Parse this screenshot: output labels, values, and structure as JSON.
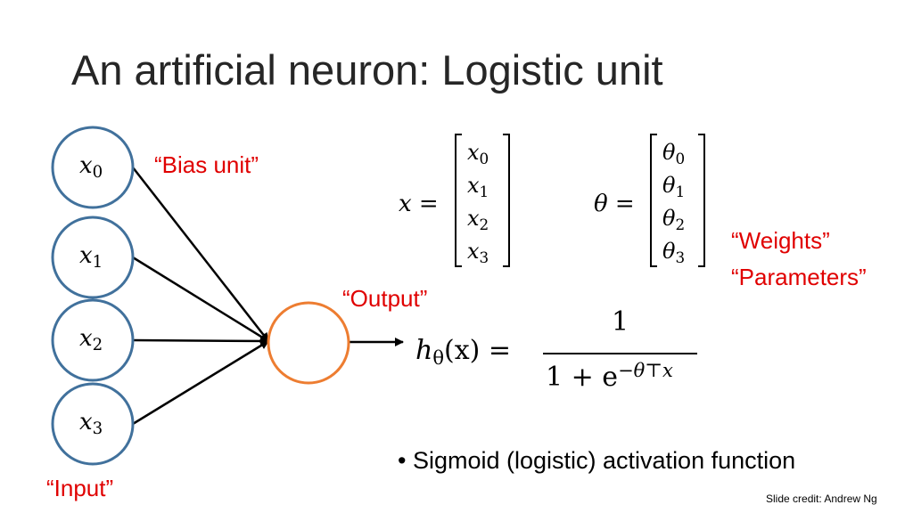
{
  "slide": {
    "title": "An artificial neuron: Logistic unit",
    "credit": "Slide credit: Andrew Ng"
  },
  "inputs": [
    {
      "var": "x",
      "sub": "0"
    },
    {
      "var": "x",
      "sub": "1"
    },
    {
      "var": "x",
      "sub": "2"
    },
    {
      "var": "x",
      "sub": "3"
    }
  ],
  "labels": {
    "bias": "“Bias unit”",
    "input": "“Input”",
    "output": "“Output”",
    "weights": "“Weights”",
    "parameters": "“Parameters”"
  },
  "vectors": {
    "x_lhs": "x =",
    "x_entries": [
      {
        "var": "x",
        "sub": "0"
      },
      {
        "var": "x",
        "sub": "1"
      },
      {
        "var": "x",
        "sub": "2"
      },
      {
        "var": "x",
        "sub": "3"
      }
    ],
    "theta_lhs": "θ =",
    "theta_entries": [
      {
        "var": "θ",
        "sub": "0"
      },
      {
        "var": "θ",
        "sub": "1"
      },
      {
        "var": "θ",
        "sub": "2"
      },
      {
        "var": "θ",
        "sub": "3"
      }
    ]
  },
  "formula": {
    "h": "h",
    "h_sub": "θ",
    "h_arg": "(x) =",
    "numerator": "1",
    "denominator_base": "1 + e",
    "denominator_exp": "−θ⊤x"
  },
  "bullet": {
    "symbol": "•",
    "text": "Sigmoid (logistic) activation function"
  },
  "colors": {
    "input_node": "#41719c",
    "output_node": "#ed7d31",
    "label": "#e00000"
  }
}
